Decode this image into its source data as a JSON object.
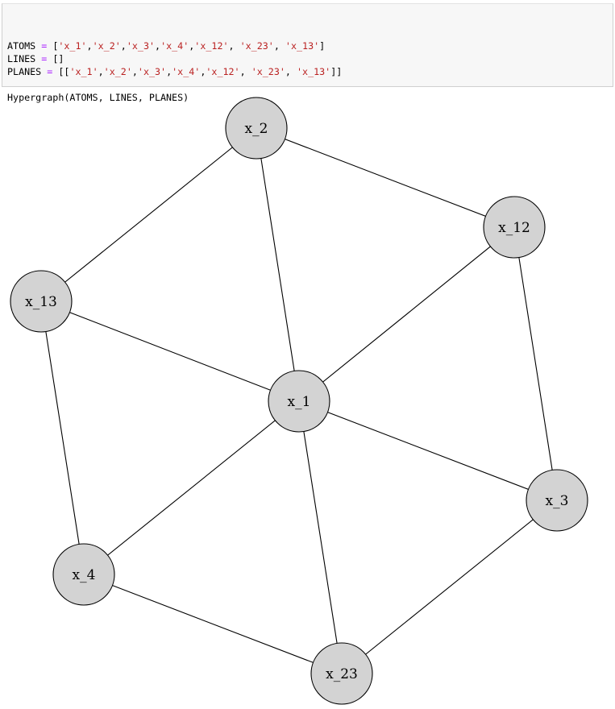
{
  "code": {
    "lines": [
      [
        {
          "t": "name",
          "v": "ATOMS "
        },
        {
          "t": "op",
          "v": "="
        },
        {
          "t": "name",
          "v": " ["
        },
        {
          "t": "str",
          "v": "'x_1'"
        },
        {
          "t": "name",
          "v": ","
        },
        {
          "t": "str",
          "v": "'x_2'"
        },
        {
          "t": "name",
          "v": ","
        },
        {
          "t": "str",
          "v": "'x_3'"
        },
        {
          "t": "name",
          "v": ","
        },
        {
          "t": "str",
          "v": "'x_4'"
        },
        {
          "t": "name",
          "v": ","
        },
        {
          "t": "str",
          "v": "'x_12'"
        },
        {
          "t": "name",
          "v": ", "
        },
        {
          "t": "str",
          "v": "'x_23'"
        },
        {
          "t": "name",
          "v": ", "
        },
        {
          "t": "str",
          "v": "'x_13'"
        },
        {
          "t": "name",
          "v": "]"
        }
      ],
      [
        {
          "t": "name",
          "v": "LINES "
        },
        {
          "t": "op",
          "v": "="
        },
        {
          "t": "name",
          "v": " []"
        }
      ],
      [
        {
          "t": "name",
          "v": "PLANES "
        },
        {
          "t": "op",
          "v": "="
        },
        {
          "t": "name",
          "v": " [["
        },
        {
          "t": "str",
          "v": "'x_1'"
        },
        {
          "t": "name",
          "v": ","
        },
        {
          "t": "str",
          "v": "'x_2'"
        },
        {
          "t": "name",
          "v": ","
        },
        {
          "t": "str",
          "v": "'x_3'"
        },
        {
          "t": "name",
          "v": ","
        },
        {
          "t": "str",
          "v": "'x_4'"
        },
        {
          "t": "name",
          "v": ","
        },
        {
          "t": "str",
          "v": "'x_12'"
        },
        {
          "t": "name",
          "v": ", "
        },
        {
          "t": "str",
          "v": "'x_23'"
        },
        {
          "t": "name",
          "v": ", "
        },
        {
          "t": "str",
          "v": "'x_13'"
        },
        {
          "t": "name",
          "v": "]]"
        }
      ],
      [],
      [
        {
          "t": "name",
          "v": "Hypergraph(ATOMS, LINES, PLANES)"
        }
      ]
    ]
  },
  "graph": {
    "node_fill": "#d3d3d3",
    "node_stroke": "#000000",
    "edge_color": "#000000",
    "nodes": [
      {
        "id": "x_2",
        "label": "x_2"
      },
      {
        "id": "x_12",
        "label": "x_12"
      },
      {
        "id": "x_13",
        "label": "x_13"
      },
      {
        "id": "x_1",
        "label": "x_1"
      },
      {
        "id": "x_3",
        "label": "x_3"
      },
      {
        "id": "x_4",
        "label": "x_4"
      },
      {
        "id": "x_23",
        "label": "x_23"
      }
    ],
    "edges": [
      [
        "x_2",
        "x_12"
      ],
      [
        "x_2",
        "x_13"
      ],
      [
        "x_2",
        "x_1"
      ],
      [
        "x_12",
        "x_1"
      ],
      [
        "x_12",
        "x_3"
      ],
      [
        "x_13",
        "x_1"
      ],
      [
        "x_13",
        "x_4"
      ],
      [
        "x_1",
        "x_3"
      ],
      [
        "x_1",
        "x_4"
      ],
      [
        "x_1",
        "x_23"
      ],
      [
        "x_3",
        "x_23"
      ],
      [
        "x_4",
        "x_23"
      ]
    ]
  }
}
